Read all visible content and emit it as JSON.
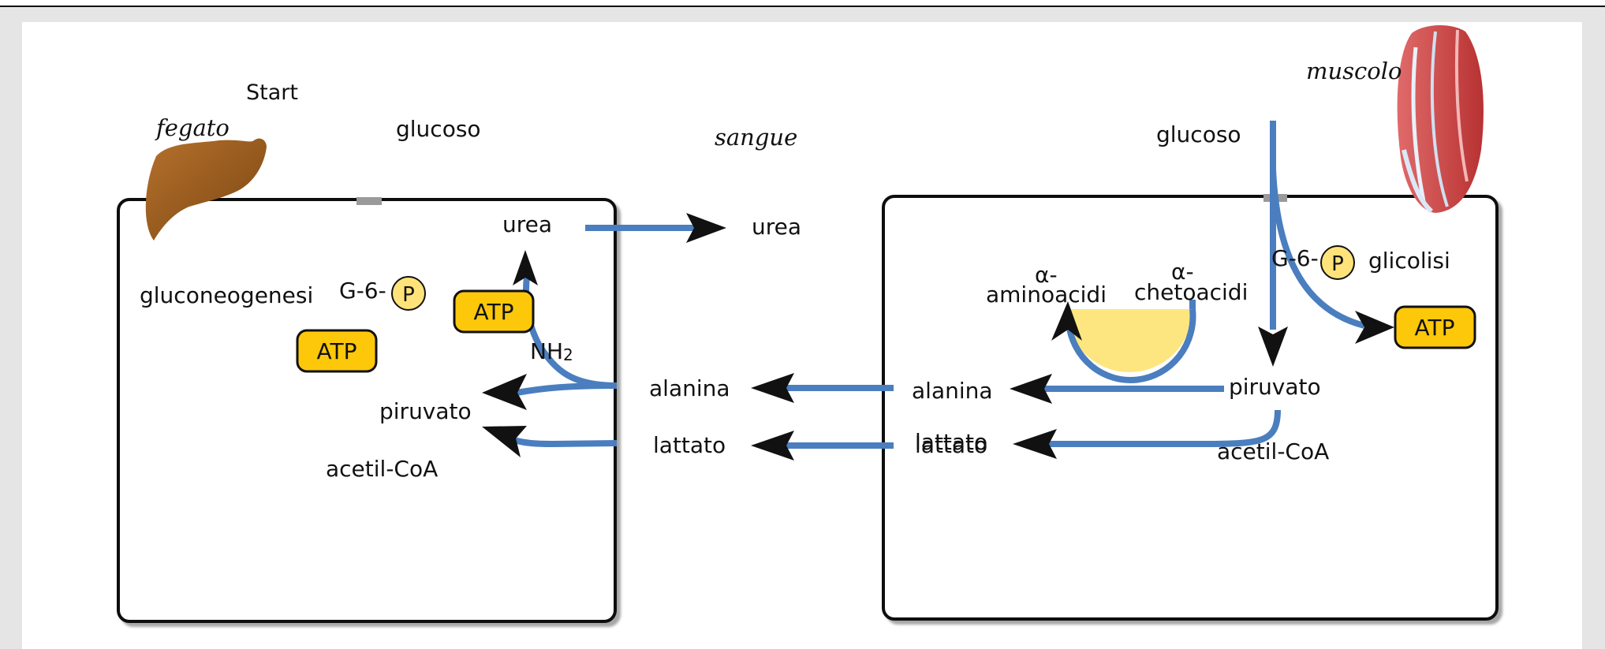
{
  "start_label": "Start",
  "regions": {
    "liver": "fegato",
    "blood": "sangue",
    "muscle": "muscolo"
  },
  "liver": {
    "glucose": "glucoso",
    "urea": "urea",
    "gluconeogenesis": "gluconeogenesi",
    "g6p_prefix": "G-6-",
    "p_label": "P",
    "atp_1": "ATP",
    "atp_2": "ATP",
    "nh2_main": "NH",
    "nh2_sub": "2",
    "pyruvate": "piruvato",
    "acetyl_coa": "acetil-CoA"
  },
  "blood": {
    "urea": "urea",
    "alanine": "alanina",
    "lactate": "lattato"
  },
  "muscle": {
    "glucose": "glucoso",
    "g6p_prefix": "G-6-",
    "p_label": "P",
    "glycolysis": "glicolisi",
    "atp": "ATP",
    "alpha_amino_1": "α-",
    "alpha_amino_2": "aminoacidi",
    "alpha_keto_1": "α-",
    "alpha_keto_2": "chetoacidi",
    "alanine": "alanina",
    "pyruvate": "piruvato",
    "lactate": "lattato",
    "lactate_overlap": "lattato",
    "acetyl_coa": "acetil-CoA"
  },
  "colors": {
    "flow": "#4a7ebf",
    "atp_fill": "#fdc80a",
    "phosphate_fill": "#ffe37a",
    "transaminase_fill": "#fde680",
    "liver": "#9a5a1c",
    "muscle": "#d24b4b"
  }
}
